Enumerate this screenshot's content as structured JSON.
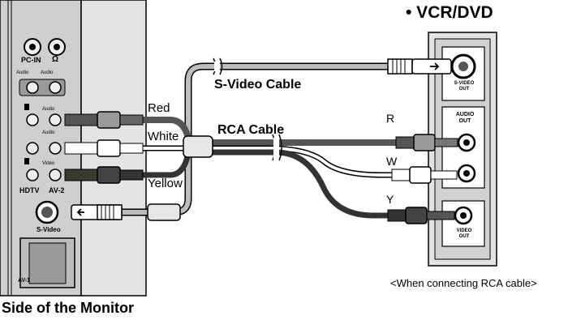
{
  "device_title": "• VCR/DVD",
  "monitor_caption": "Side of the Monitor",
  "note": "<When connecting RCA cable>",
  "cables": {
    "svideo": "S-Video Cable",
    "rca": "RCA Cable"
  },
  "wire_labels": {
    "red": "Red",
    "white": "White",
    "yellow": "Yellow"
  },
  "device_jack_letters": {
    "r": "R",
    "w": "W",
    "y": "Y"
  },
  "monitor_ports": {
    "pc_in": "PC-IN",
    "headphone": "Ω",
    "audio1": "Audio",
    "audio2": "Audio",
    "audio3": "Audio",
    "audio4": "Audio",
    "video": "Video",
    "hdtv": "HDTV",
    "av2": "AV-2",
    "svideo": "S-Video",
    "av1": "AV-1"
  },
  "device_ports": {
    "svideo_out": "S-VIDEO OUT",
    "audio_out": "AUDIO OUT",
    "video_out": "VIDEO OUT"
  },
  "colors": {
    "panel": "#d6d6d6",
    "panel_dark": "#9a9a9a",
    "cable_gray": "#777777",
    "cable_dark": "#333333",
    "wire_white": "#ffffff"
  }
}
